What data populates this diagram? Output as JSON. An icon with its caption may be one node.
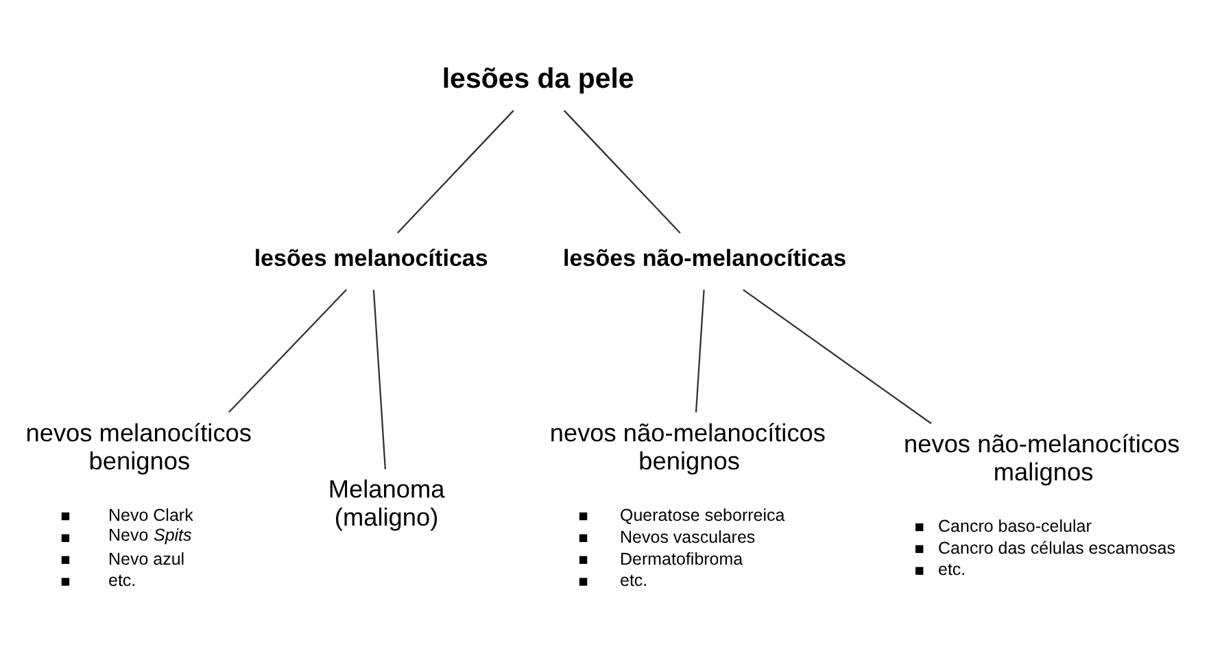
{
  "diagram": {
    "nodes": [
      {
        "text": [
          "lesões da pele"
        ]
      },
      {
        "text": [
          "lesões melanocíticas"
        ]
      },
      {
        "text": [
          "lesões não-melanocíticas"
        ]
      },
      {
        "text": [
          "nevos melanocíticos benignos",
          "Nevo Clark",
          "Nevo *Spits*",
          "Nevo azul",
          "etc."
        ]
      },
      {
        "text": [
          "Melanoma (maligno)"
        ]
      },
      {
        "text": [
          "nevos não-melanocíticos benignos",
          "Queratose seborreica",
          "Nevos vasculares",
          "Dermatofibroma",
          "etc."
        ]
      },
      {
        "text": [
          "nevos não-melanocíticos malignos",
          "Cancro baso-celular",
          "Cancro das células escamosas",
          "etc."
        ]
      }
    ],
    "edges": [
      {
        "from": 0,
        "to": 1,
        "arrow": "none"
      },
      {
        "from": 0,
        "to": 2,
        "arrow": "none"
      },
      {
        "from": 1,
        "to": 3,
        "arrow": "none"
      },
      {
        "from": 1,
        "to": 4,
        "arrow": "none"
      },
      {
        "from": 2,
        "to": 5,
        "arrow": "none"
      },
      {
        "from": 2,
        "to": 6,
        "arrow": "none"
      }
    ]
  }
}
